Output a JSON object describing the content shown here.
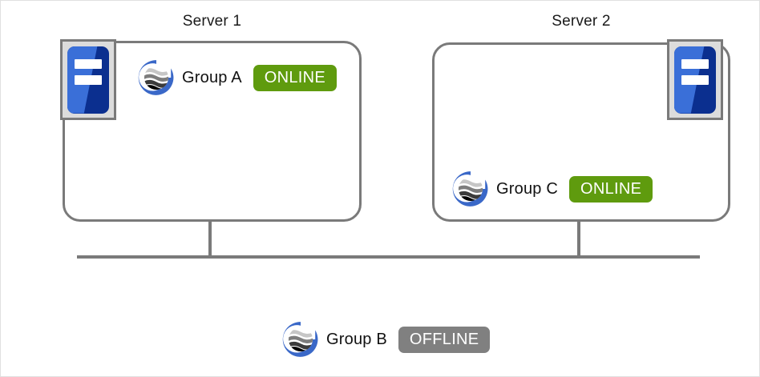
{
  "diagram": {
    "title_server1": "Server 1",
    "title_server2": "Server 2",
    "servers": [
      {
        "name": "Server 1",
        "icon": "server-machine-icon",
        "groups": [
          {
            "label": "Group A",
            "status": "ONLINE",
            "logo": "group-globe-icon"
          }
        ]
      },
      {
        "name": "Server 2",
        "icon": "server-machine-icon",
        "groups": [
          {
            "label": "Group  C",
            "status": "ONLINE",
            "logo": "group-globe-icon"
          }
        ]
      }
    ],
    "detached_group": {
      "label": "Group  B",
      "status": "OFFLINE",
      "logo": "group-globe-icon"
    },
    "colors": {
      "online": "#5f9b0e",
      "offline": "#808080",
      "box_border": "#7a7a7a",
      "icon_blue_light": "#3a6fd8",
      "icon_blue_dark": "#0b2f8f",
      "logo_blue": "#3a68c8"
    }
  }
}
